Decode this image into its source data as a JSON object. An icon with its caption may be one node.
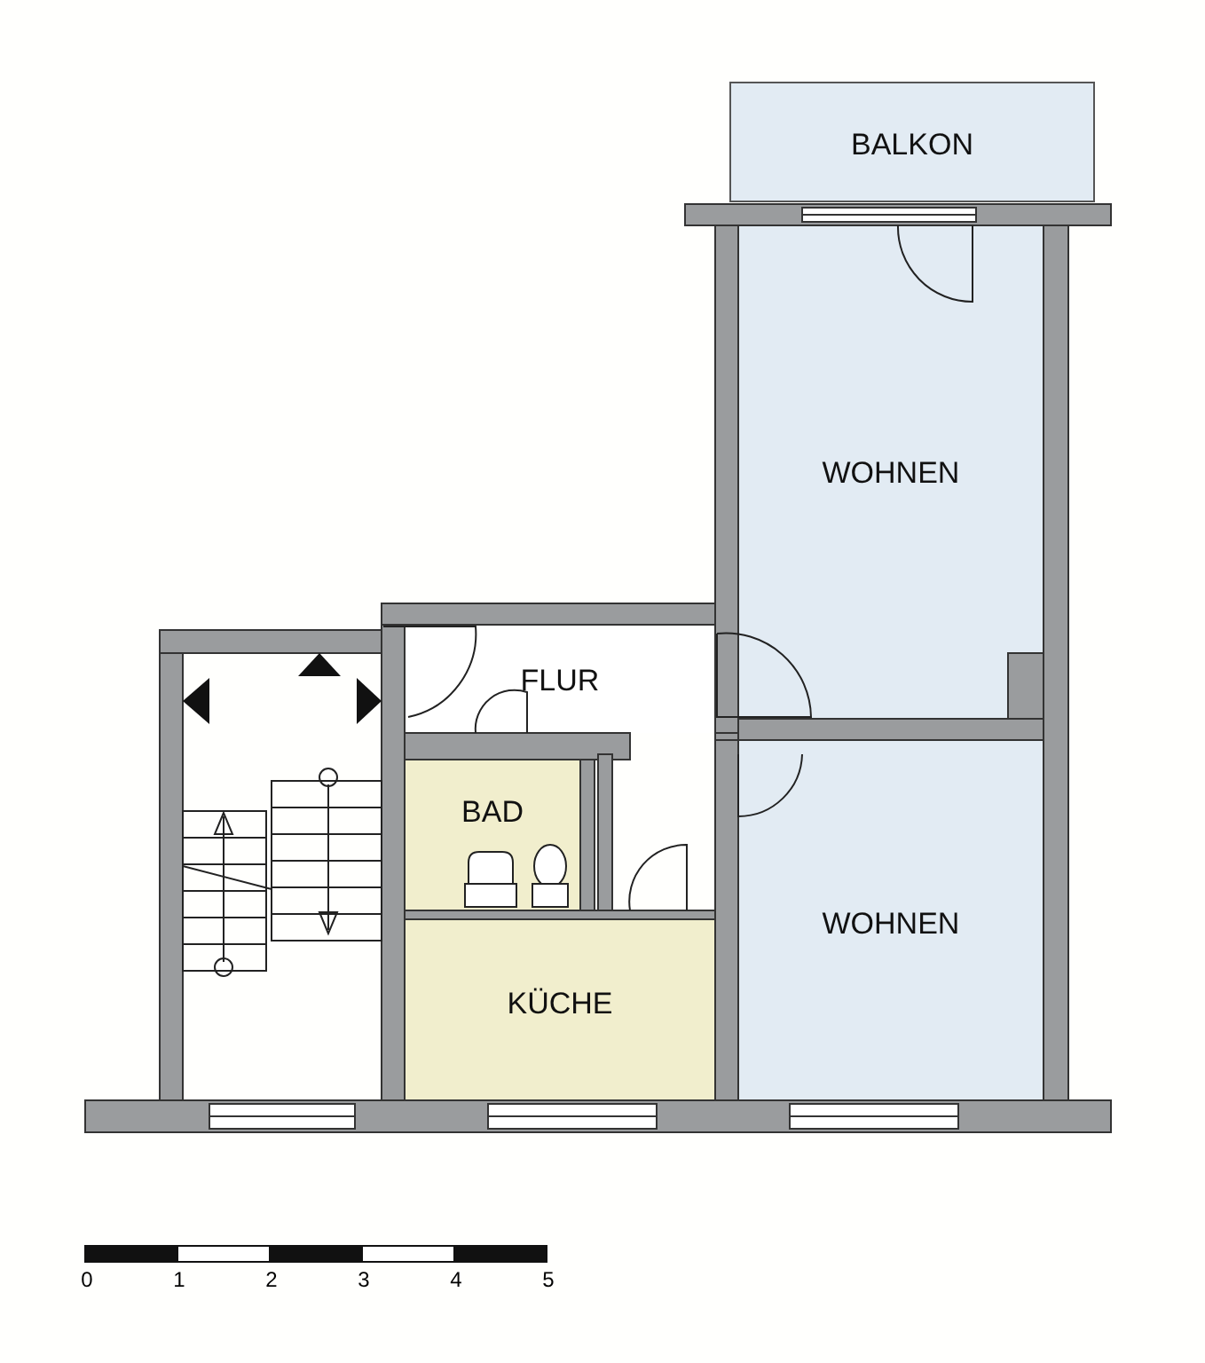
{
  "diagram": {
    "nodes": [
      {
        "text": [
          "BALKON"
        ]
      },
      {
        "text": [
          "WOHNEN"
        ]
      },
      {
        "text": [
          "FLUR"
        ]
      },
      {
        "text": [
          "BAD"
        ]
      },
      {
        "text": [
          "KÜCHE"
        ]
      },
      {
        "text": [
          "WOHNEN"
        ]
      }
    ],
    "labels": [
      "0",
      "1",
      "2",
      "3",
      "4",
      "5"
    ]
  }
}
